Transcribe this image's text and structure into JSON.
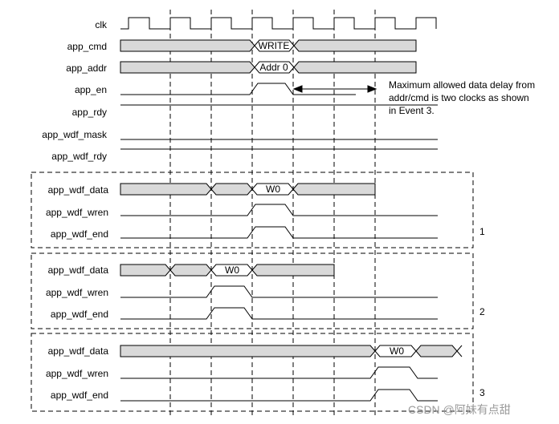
{
  "diagram": {
    "signals_top": [
      {
        "id": "clk",
        "label": "clk"
      },
      {
        "id": "app_cmd",
        "label": "app_cmd",
        "value": "WRITE"
      },
      {
        "id": "app_addr",
        "label": "app_addr",
        "value": "Addr 0"
      },
      {
        "id": "app_en",
        "label": "app_en"
      },
      {
        "id": "app_rdy",
        "label": "app_rdy"
      },
      {
        "id": "app_wdf_mask",
        "label": "app_wdf_mask"
      },
      {
        "id": "app_wdf_rdy",
        "label": "app_wdf_rdy"
      }
    ],
    "annotation": [
      "Maximum allowed data delay from",
      "addr/cmd is two clocks as shown",
      "in Event 3."
    ],
    "events": [
      {
        "number": "1",
        "signals": [
          {
            "label": "app_wdf_data",
            "value": "W0"
          },
          {
            "label": "app_wdf_wren"
          },
          {
            "label": "app_wdf_end"
          }
        ]
      },
      {
        "number": "2",
        "signals": [
          {
            "label": "app_wdf_data",
            "value": "W0"
          },
          {
            "label": "app_wdf_wren"
          },
          {
            "label": "app_wdf_end"
          }
        ]
      },
      {
        "number": "3",
        "signals": [
          {
            "label": "app_wdf_data",
            "value": "W0"
          },
          {
            "label": "app_wdf_wren"
          },
          {
            "label": "app_wdf_end"
          }
        ]
      }
    ],
    "watermark": "CSDN @阿妹有点甜",
    "colors": {
      "bus_fill": "#d9d9d9",
      "line": "#000000",
      "watermark": "#9a9a9a"
    }
  }
}
